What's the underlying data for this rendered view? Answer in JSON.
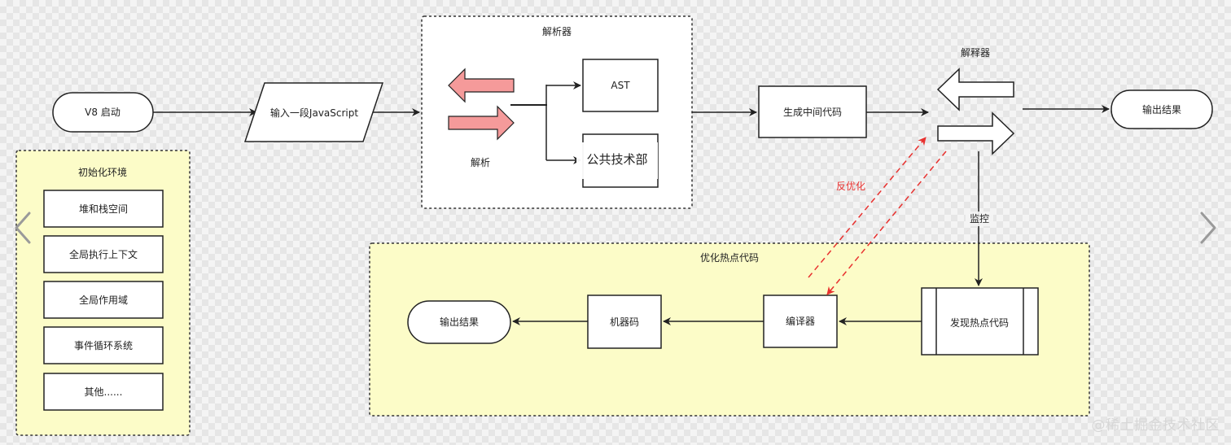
{
  "nodes": {
    "v8_start": "V8 启动",
    "input_js": "输入一段JavaScript",
    "parser_title": "解析器",
    "parse_label": "解析",
    "ast": "AST",
    "ast_overlay": "公共技术部",
    "generate_bytecode": "生成中间代码",
    "interpreter_title": "解释器",
    "output_top": "输出结果",
    "monitor": "监控",
    "deopt": "反优化",
    "optimize_title": "优化热点代码",
    "find_hot": "发现热点代码",
    "compiler": "编译器",
    "machine_code": "机器码",
    "output_bottom": "输出结果",
    "init_title": "初始化环境",
    "init_items": [
      "堆和栈空间",
      "全局执行上下文",
      "全局作用域",
      "事件循环系统",
      "其他......"
    ]
  },
  "nav": {
    "prev_icon": "chevron-left-icon",
    "next_icon": "chevron-right-icon"
  },
  "watermark": "@稀土掘金技术社区",
  "colors": {
    "parser_arrow_fill": "#f59a9a",
    "deopt_line": "#e8312f",
    "panel_yellow": "#fcfcc8"
  }
}
